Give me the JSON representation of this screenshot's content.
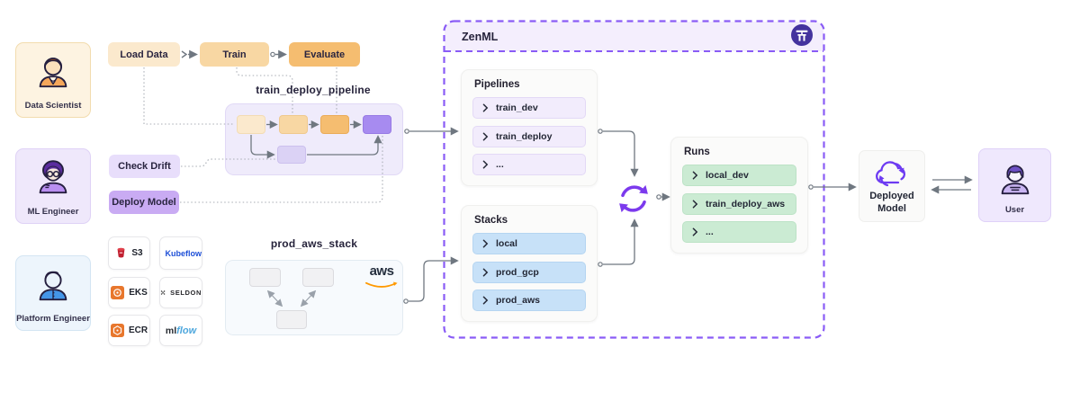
{
  "personas": {
    "data_scientist": {
      "label": "Data Scientist"
    },
    "ml_engineer": {
      "label": "ML Engineer"
    },
    "platform_engineer": {
      "label": "Platform Engineer"
    }
  },
  "steps": {
    "load_data": "Load Data",
    "train": "Train",
    "evaluate": "Evaluate"
  },
  "pipeline": {
    "label": "train_deploy_pipeline"
  },
  "actions": {
    "check_drift": "Check Drift",
    "deploy_model": "Deploy Model"
  },
  "tools": {
    "s3": "S3",
    "kubeflow": "Kubeflow",
    "eks": "EKS",
    "seldon": "SELDON",
    "ecr": "ECR",
    "mlflow_prefix": "ml",
    "mlflow_suffix": "flow"
  },
  "aws_stack": {
    "label": "prod_aws_stack",
    "aws_word": "aws"
  },
  "zenml": {
    "title": "ZenML",
    "pipelines": {
      "title": "Pipelines",
      "items": [
        "train_dev",
        "train_deploy",
        "..."
      ]
    },
    "stacks": {
      "title": "Stacks",
      "items": [
        "local",
        "prod_gcp",
        "prod_aws"
      ]
    },
    "runs": {
      "title": "Runs",
      "items": [
        "local_dev",
        "train_deploy_aws",
        "..."
      ]
    }
  },
  "deployed_model": {
    "label": "Deployed Model"
  },
  "user": {
    "label": "User"
  },
  "colors": {
    "accent_purple": "#7C3AED",
    "zenml_border": "#8A5CF6",
    "zenml_header_bg": "#F4EEFD",
    "zenml_logo_bg": "#44339E",
    "step_cream": "#FBE9CD",
    "step_light_orange": "#F8D7A3",
    "step_orange": "#F5BD70",
    "node_purple": "#A78BF0",
    "chip_light_purple": "#E8DEFB",
    "chip_purple": "#C9ABF3",
    "pipeline_item_bg": "#F2ECFC",
    "stack_item_bg": "#C7E1F8",
    "run_item_bg": "#CBEBD3",
    "aws_orange": "#FF9900",
    "connector_gray": "#6F7780"
  }
}
